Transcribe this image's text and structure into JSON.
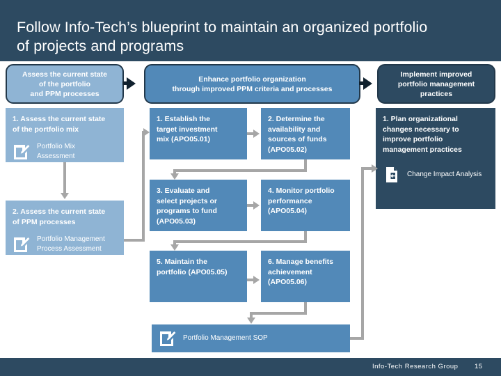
{
  "slide": {
    "title": "Follow Info-Tech’s blueprint to maintain an organized portfolio\nof projects and programs",
    "footer_source": "Info-Tech Research Group",
    "footer_page": "15"
  },
  "colors": {
    "band_navy": "#2d4a61",
    "light_blue": "#8fb4d4",
    "mid_blue": "#5289b8",
    "dark_navy": "#2d4a61",
    "connector_gray": "#a6a6a6",
    "pill_border": "#22384a"
  },
  "phases": [
    {
      "id": "phase-1",
      "label": "Assess the current state\nof the portfolio\nand PPM processes",
      "style": "light"
    },
    {
      "id": "phase-2",
      "label": "Enhance portfolio organization\nthrough improved PPM criteria and processes",
      "style": "mid"
    },
    {
      "id": "phase-3",
      "label": "Implement improved\nportfolio management\npractices",
      "style": "dark"
    }
  ],
  "left_column": [
    {
      "id": "box-l1",
      "title": "1. Assess the current state\nof the portfolio mix",
      "deliverable": {
        "icon": "edit-document-icon",
        "label": "Portfolio Mix\nAssessment"
      }
    },
    {
      "id": "box-l2",
      "title": "2. Assess the current state\nof PPM processes",
      "deliverable": {
        "icon": "edit-document-icon",
        "label": "Portfolio Management\nProcess Assessment"
      }
    }
  ],
  "middle_column": [
    {
      "id": "box-m1",
      "title": "1. Establish the\ntarget investment\nmix (APO05.01)"
    },
    {
      "id": "box-m2",
      "title": "2. Determine the\navailability and\nsources of funds\n(APO05.02)"
    },
    {
      "id": "box-m3",
      "title": "3. Evaluate and\nselect projects or\nprograms to fund\n(APO05.03)"
    },
    {
      "id": "box-m4",
      "title": "4. Monitor portfolio\nperformance\n(APO05.04)"
    },
    {
      "id": "box-m5",
      "title": "5. Maintain the\nportfolio (APO05.05)"
    },
    {
      "id": "box-m6",
      "title": "6. Manage benefits\nachievement\n(APO05.06)"
    }
  ],
  "right_column": [
    {
      "id": "box-r1",
      "title": "1. Plan organizational\nchanges necessary to\nimprove portfolio\nmanagement practices",
      "deliverable": {
        "icon": "document-arrow-icon",
        "label": "Change Impact Analysis"
      }
    }
  ],
  "bottom": {
    "id": "box-sop",
    "deliverable": {
      "icon": "edit-document-icon",
      "label": "Portfolio Management SOP"
    }
  }
}
